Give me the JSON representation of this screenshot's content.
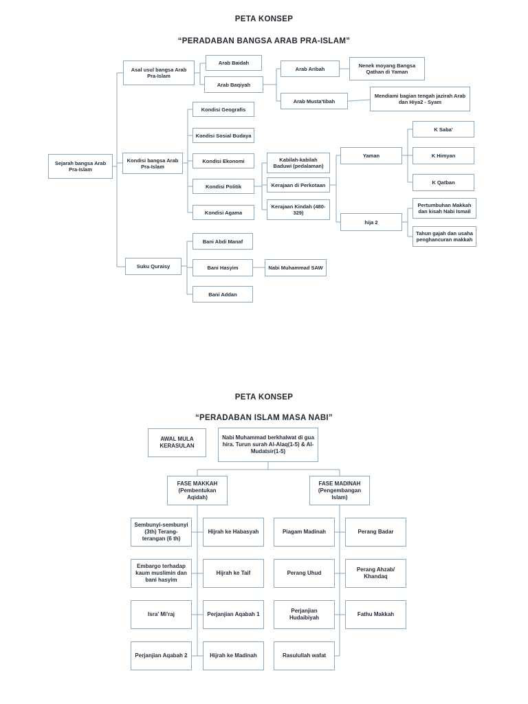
{
  "theme": {
    "box_border_color": "#89a6bd",
    "text_color": "#1f2733",
    "page_background": "#ffffff"
  },
  "diagram1": {
    "title": "PETA KONSEP",
    "subtitle": "“PERADABAN BANGSA ARAB PRA-ISLAM”",
    "nodes": {
      "sejarah": "Sejarah bangsa Arab Pra-Islam",
      "asal_usul": "Asal usul bangsa Arab Pra-Islam",
      "arab_baidah": "Arab Baidah",
      "arab_baqiyah": "Arab Baqiyah",
      "arab_aribah": "Arab Aribah",
      "nenek_moyang": "Nenek moyang Bangsa Qathan di Yaman",
      "arab_mustatibah": "Arab Musta'tibah",
      "mendiami": "Mendiami bagian tengah jazirah Arab dan Hiya2 - Syam",
      "kondisi_bangsa": "Kondisi bangsa Arab Pra-Islam",
      "kondisi_geografis": "Kondisi Geografis",
      "kondisi_sosial_budaya": "Kondisi Sosial Budaya",
      "kondisi_ekonomi": "Kondisi Ekonomi",
      "kondisi_politik": "Kondisi Politik",
      "kondisi_agama": "Kondisi Agama",
      "kabilah_baduwi": "Kabilah-kabilah Baduwi (pedalaman)",
      "kerajaan_perkotaan": "Kerajaan di Perkotaan",
      "kerajaan_kindah": "Kerajaan Kindah (480-329)",
      "yaman": "Yaman",
      "hija2": "hija 2",
      "k_saba": "K Saba'",
      "k_himyan": "K Himyan",
      "k_qatban": "K Qatban",
      "pertumbuhan_makkah": "Pertumbuhan Makkah dan kisah Nabi Ismail",
      "tahun_gajah": "Tahun gajah dan usaha penghancuran makkah",
      "suku_quraisy": "Suku Quraisy",
      "bani_abdi_manaf": "Bani Abdi Manaf",
      "bani_hasyim": "Bani Hasyim",
      "nabi_muhammad_saw": "Nabi Muhammad SAW",
      "bani_addan": "Bani Addan"
    }
  },
  "diagram2": {
    "title": "PETA KONSEP",
    "subtitle": "“PERADABAN ISLAM MASA NABI”",
    "nodes": {
      "awal_mula": "AWAL MULA KERASULAN",
      "nabi_berkhalwat": "Nabi Muhammad berkhalwat di gua hira. Turun surah Al-Alaq(1-5) & Al-Mudatsir(1-5)",
      "fase_makkah": "FASE MAKKAH (Pembentukan Aqidah)",
      "fase_madinah": "FASE MADINAH (Pengembangan Islam)",
      "sembunyi": "Sembunyi-sembunyi (3th) Terang-terangan (6 th)",
      "embargo": "Embargo terhadap kaum muslimin dan bani hasyim",
      "isra_miraj": "Isra' Mi'raj",
      "perjanjian_aqabah_2": "Perjanjian Aqabah 2",
      "hijrah_habasyah": "Hijrah ke Habasyah",
      "hijrah_taif": "Hijrah ke Taif",
      "perjanjian_aqabah_1": "Perjanjian Aqabah 1",
      "hijrah_madinah": "Hijrah ke Madinah",
      "piagam_madinah": "Piagam Madinah",
      "perang_uhud": "Perang Uhud",
      "perjanjian_hudaibiyah": "Perjanjian Hudaibiyah",
      "rasulullah_wafat": "Rasulullah wafat",
      "perang_badar": "Perang Badar",
      "perang_ahzab": "Perang Ahzab/ Khandaq",
      "fathu_makkah": "Fathu Makkah"
    }
  }
}
